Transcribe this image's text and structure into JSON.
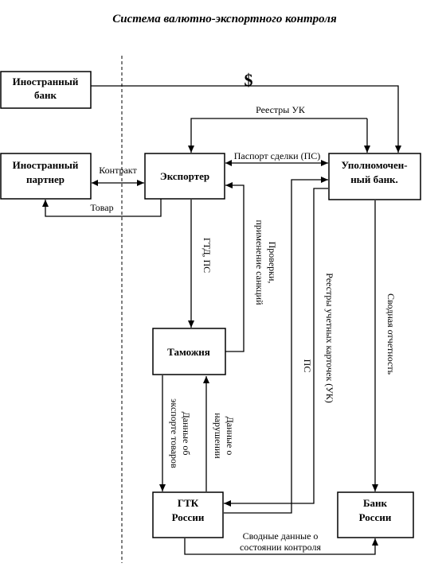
{
  "title": "Система валютно-экспортного контроля",
  "nodes": {
    "foreign_bank": [
      "Иностранный",
      "банк"
    ],
    "foreign_partner": [
      "Иностранный",
      "партнер"
    ],
    "exporter": [
      "Экспортер"
    ],
    "authorized_bank": [
      "Уполномочен-",
      "ный банк."
    ],
    "customs": [
      "Таможня"
    ],
    "gtk": [
      "ГТК",
      "России"
    ],
    "bank_russia": [
      "Банк",
      "России"
    ]
  },
  "edges": {
    "dollar": "$",
    "registers_uk": "Реестры УК",
    "passport": "Паспорт сделки (ПС)",
    "contract": "Контракт",
    "goods": "Товар",
    "gtd": "ГТД, ПС",
    "checks": [
      "Проверки,",
      "применение санкций"
    ],
    "ps": "ПС",
    "registers_cards": "Реестры учетных карточек (УК)",
    "summary_reports": "Сводная отчетность",
    "export_data": [
      "Данные об",
      "экспорте товаров"
    ],
    "violation_data": [
      "Данные о",
      "нарушении"
    ],
    "summary_control": [
      "Сводные данные о",
      "состоянии контроля"
    ]
  }
}
